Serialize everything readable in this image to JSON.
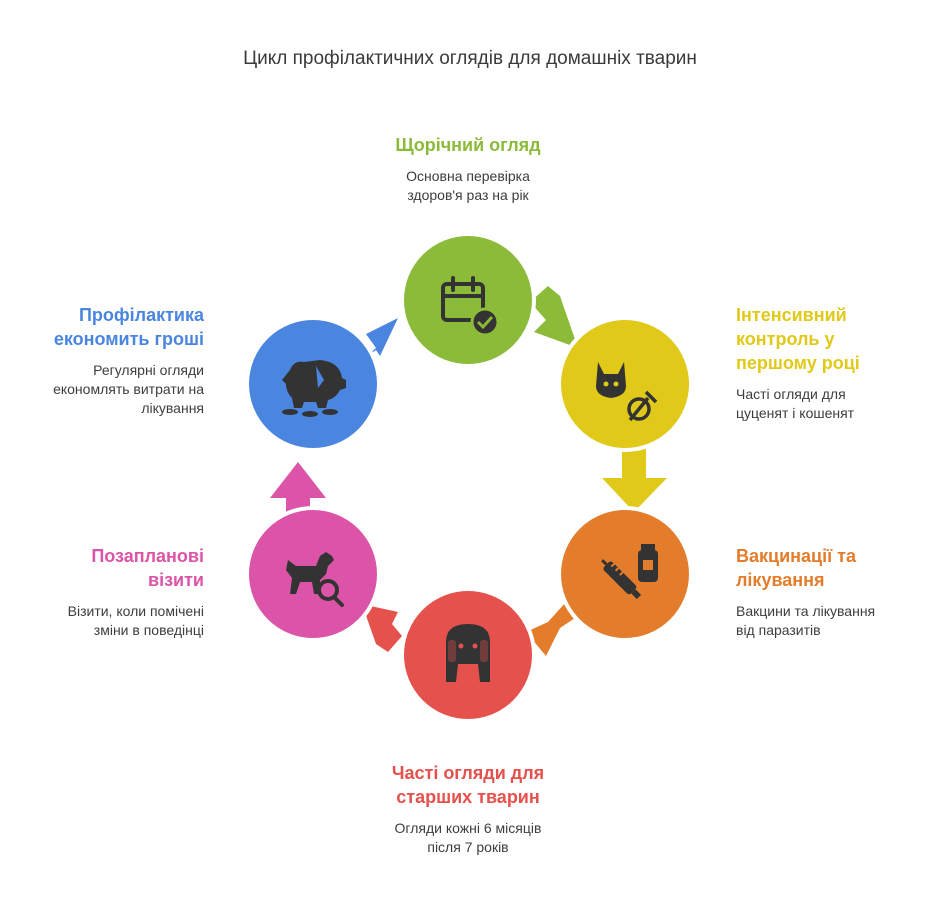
{
  "title": "Цикл профілактичних оглядів для домашніх тварин",
  "steps": [
    {
      "title_lines": [
        "Щорічний огляд"
      ],
      "desc_lines": [
        "Основна перевірка",
        "здоров'я раз на рік"
      ],
      "color": "#8cbb3a",
      "icon": "calendar-check-icon"
    },
    {
      "title_lines": [
        "Інтенсивний",
        "контроль у",
        "першому році"
      ],
      "desc_lines": [
        "Часті огляди для",
        "цуценят і кошенят"
      ],
      "color": "#e0c919",
      "icon": "cat-vaccine-icon"
    },
    {
      "title_lines": [
        "Вакцинації та",
        "лікування"
      ],
      "desc_lines": [
        "Вакцини та лікування",
        "від паразитів"
      ],
      "color": "#e37d2c",
      "icon": "syringe-vial-icon"
    },
    {
      "title_lines": [
        "Часті огляди для",
        "старших тварин"
      ],
      "desc_lines": [
        "Огляди кожні 6 місяців",
        "після 7 років"
      ],
      "color": "#e5514c",
      "icon": "senior-dog-icon"
    },
    {
      "title_lines": [
        "Позапланові",
        "візити"
      ],
      "desc_lines": [
        "Візити, коли помічені",
        "зміни в поведінці"
      ],
      "color": "#dc54a8",
      "icon": "dog-search-icon"
    },
    {
      "title_lines": [
        "Профілактика",
        "економить гроші"
      ],
      "desc_lines": [
        "Регулярні огляди",
        "економлять витрати на",
        "лікування"
      ],
      "color": "#4a86e0",
      "icon": "piggy-bank-icon"
    }
  ]
}
